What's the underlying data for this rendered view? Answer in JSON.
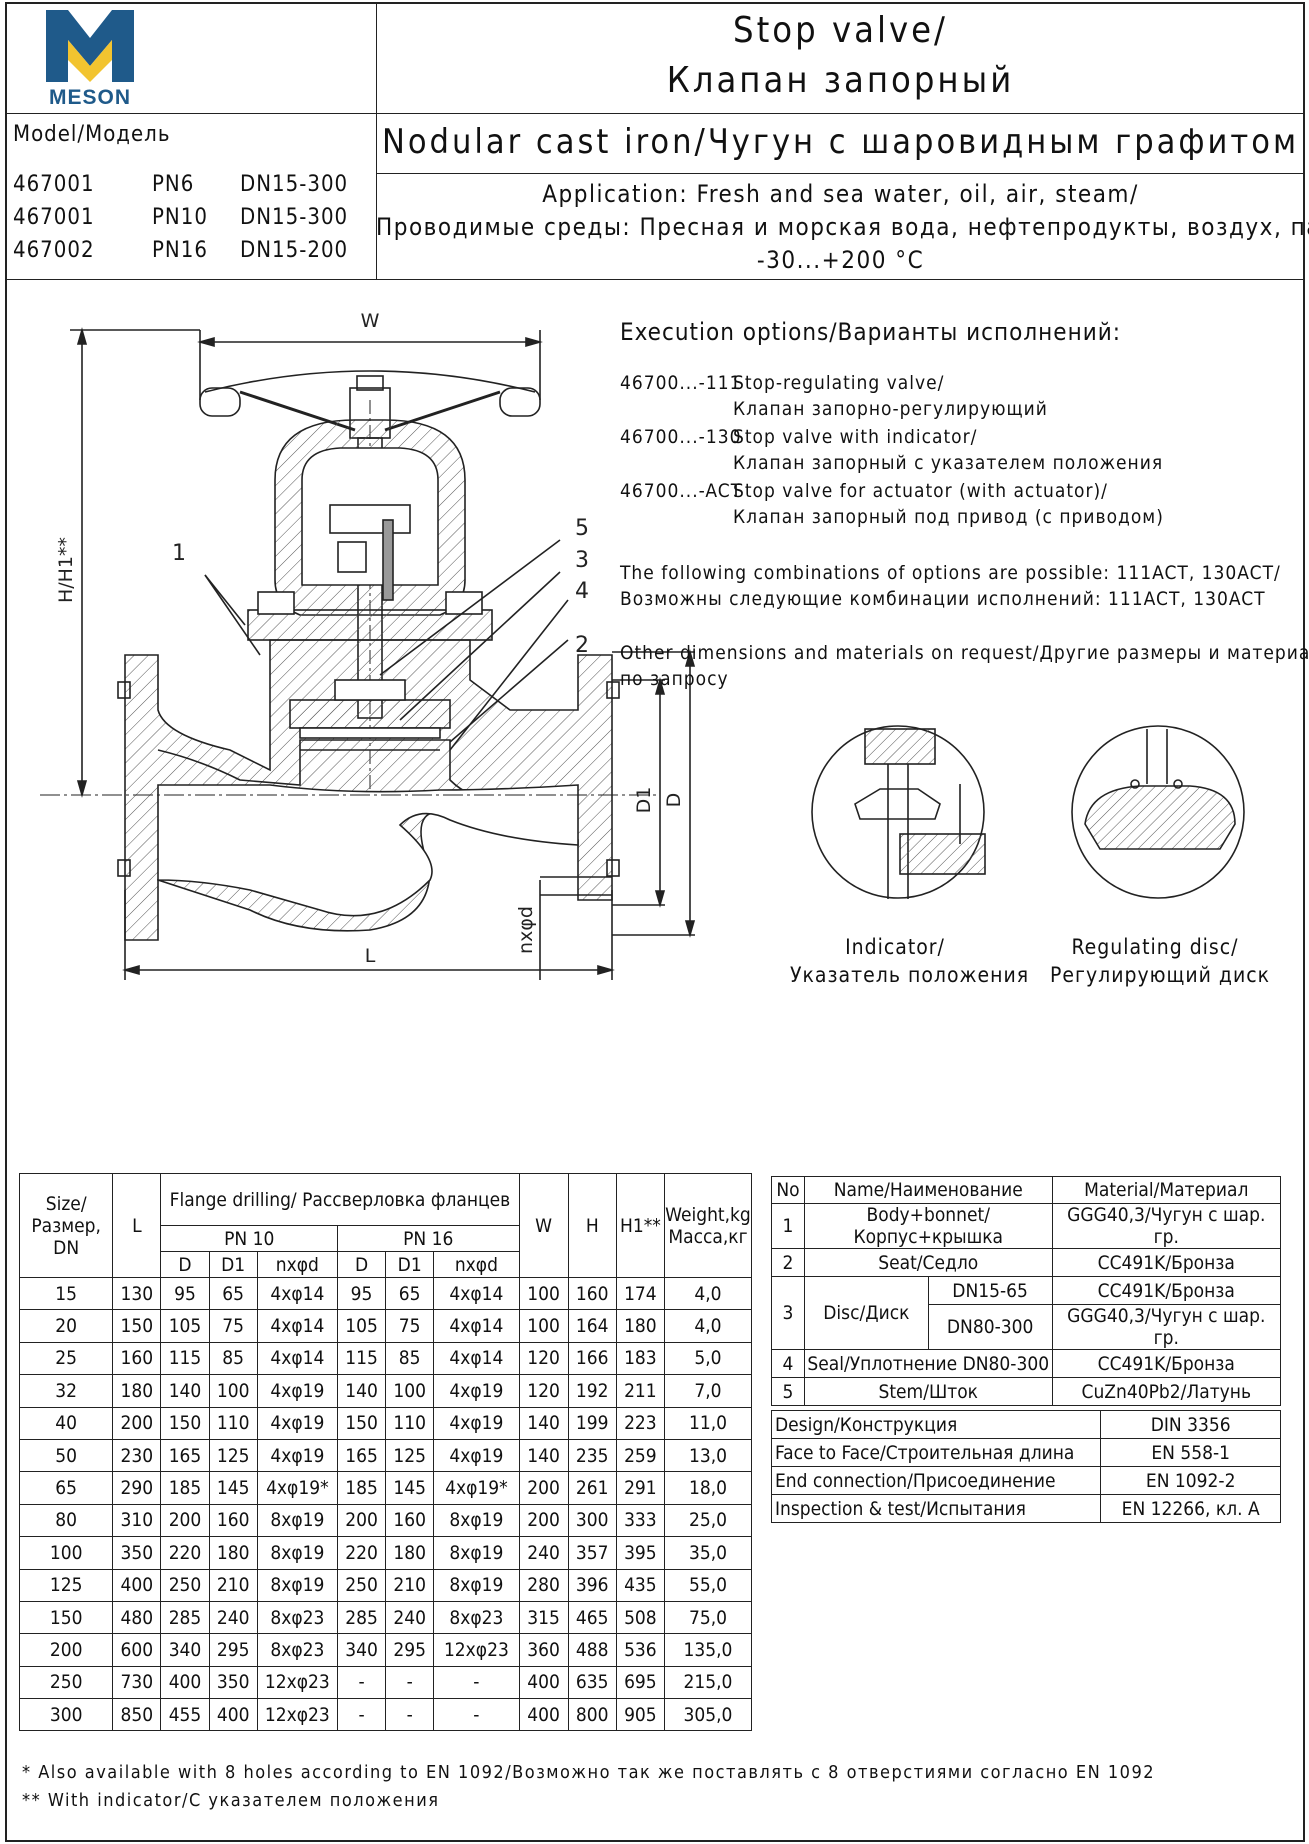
{
  "logo": {
    "text": "MESON"
  },
  "header": {
    "title_en": "Stop valve/",
    "title_ru": "Клапан запорный",
    "material": "Nodular cast iron/Чугун с шаровидным графитом",
    "app_line1": "Application: Fresh and sea water, oil, air, steam/",
    "app_line2": "Проводимые среды: Пресная и морская вода, нефтепродукты, воздух, пар",
    "app_line3": "-30...+200 °C"
  },
  "models": {
    "label": "Model/Модель",
    "rows": [
      {
        "code": "467001",
        "pn": "PN6",
        "dn": "DN15-300"
      },
      {
        "code": "467001",
        "pn": "PN10",
        "dn": "DN15-300"
      },
      {
        "code": "467002",
        "pn": "PN16",
        "dn": "DN15-200"
      }
    ]
  },
  "options": {
    "title": "Execution options/Варианты исполнений:",
    "items": [
      {
        "code": "46700...-111",
        "line1": "Stop-regulating valve/",
        "line2": "Клапан запорно-регулирующий"
      },
      {
        "code": "46700...-130",
        "line1": "Stop valve with indicator/",
        "line2": "Клапан запорный с указателем положения"
      },
      {
        "code": "46700...-ACT",
        "line1": "Stop valve for actuator (with actuator)/",
        "line2": "Клапан запорный под привод (с приводом)"
      }
    ],
    "combo1": "The following combinations of options are possible: 111ACT, 130ACT/",
    "combo2": "Возможны следующие комбинации исполнений: 111ACT, 130ACT",
    "other1": "Other dimensions and materials on request/Другие размеры и материалы",
    "other2": "по запросу"
  },
  "details": {
    "indicator1": "Indicator/",
    "indicator2": "Указатель положения",
    "disc1": "Regulating disc/",
    "disc2": "Регулирующий диск"
  },
  "drawing": {
    "labels": {
      "w": "W",
      "l": "L",
      "h": "H/H1**",
      "d1": "D1",
      "d": "D",
      "nxd": "nxφd",
      "n1": "1",
      "n2": "2",
      "n3": "3",
      "n4": "4",
      "n5": "5"
    }
  },
  "dims_table": {
    "h_size": "Size/ Размер, DN",
    "h_l": "L",
    "h_flange": "Flange drilling/ Рассверловка фланцев",
    "h_pn10": "PN 10",
    "h_pn16": "PN 16",
    "h_w": "W",
    "h_h": "H",
    "h_h1": "H1**",
    "h_weight": "Weight,kg Масса,кг",
    "h_D": "D",
    "h_D1": "D1",
    "h_nxd": "nxφd",
    "rows": [
      [
        "15",
        "130",
        "95",
        "65",
        "4xφ14",
        "95",
        "65",
        "4xφ14",
        "100",
        "160",
        "174",
        "4,0"
      ],
      [
        "20",
        "150",
        "105",
        "75",
        "4xφ14",
        "105",
        "75",
        "4xφ14",
        "100",
        "164",
        "180",
        "4,0"
      ],
      [
        "25",
        "160",
        "115",
        "85",
        "4xφ14",
        "115",
        "85",
        "4xφ14",
        "120",
        "166",
        "183",
        "5,0"
      ],
      [
        "32",
        "180",
        "140",
        "100",
        "4xφ19",
        "140",
        "100",
        "4xφ19",
        "120",
        "192",
        "211",
        "7,0"
      ],
      [
        "40",
        "200",
        "150",
        "110",
        "4xφ19",
        "150",
        "110",
        "4xφ19",
        "140",
        "199",
        "223",
        "11,0"
      ],
      [
        "50",
        "230",
        "165",
        "125",
        "4xφ19",
        "165",
        "125",
        "4xφ19",
        "140",
        "235",
        "259",
        "13,0"
      ],
      [
        "65",
        "290",
        "185",
        "145",
        "4xφ19*",
        "185",
        "145",
        "4xφ19*",
        "200",
        "261",
        "291",
        "18,0"
      ],
      [
        "80",
        "310",
        "200",
        "160",
        "8xφ19",
        "200",
        "160",
        "8xφ19",
        "200",
        "300",
        "333",
        "25,0"
      ],
      [
        "100",
        "350",
        "220",
        "180",
        "8xφ19",
        "220",
        "180",
        "8xφ19",
        "240",
        "357",
        "395",
        "35,0"
      ],
      [
        "125",
        "400",
        "250",
        "210",
        "8xφ19",
        "250",
        "210",
        "8xφ19",
        "280",
        "396",
        "435",
        "55,0"
      ],
      [
        "150",
        "480",
        "285",
        "240",
        "8xφ23",
        "285",
        "240",
        "8xφ23",
        "315",
        "465",
        "508",
        "75,0"
      ],
      [
        "200",
        "600",
        "340",
        "295",
        "8xφ23",
        "340",
        "295",
        "12xφ23",
        "360",
        "488",
        "536",
        "135,0"
      ],
      [
        "250",
        "730",
        "400",
        "350",
        "12xφ23",
        "-",
        "-",
        "-",
        "400",
        "635",
        "695",
        "215,0"
      ],
      [
        "300",
        "850",
        "455",
        "400",
        "12xφ23",
        "-",
        "-",
        "-",
        "400",
        "800",
        "905",
        "305,0"
      ]
    ]
  },
  "parts_table": {
    "h_no": "No",
    "h_name": "Name/Наименование",
    "h_mat": "Material/Материал",
    "r1": {
      "no": "1",
      "name": "Body+bonnet/Корпус+крышка",
      "mat": "GGG40,3/Чугун с шар. гр."
    },
    "r2": {
      "no": "2",
      "name": "Seat/Седло",
      "mat": "CC491K/Бронза"
    },
    "r3": {
      "no": "3",
      "name": "Disc/Диск",
      "sub1": "DN15-65",
      "mat1": "CC491K/Бронза",
      "sub2": "DN80-300",
      "mat2": "GGG40,3/Чугун с шар. гр."
    },
    "r4": {
      "no": "4",
      "name": "Seal/Уплотнение DN80-300",
      "mat": "CC491K/Бронза"
    },
    "r5": {
      "no": "5",
      "name": "Stem/Шток",
      "mat": "CuZn40Pb2/Латунь"
    }
  },
  "std_table": {
    "rows": [
      {
        "label": "Design/Конструкция",
        "value": "DIN 3356"
      },
      {
        "label": "Face to Face/Строительная длина",
        "value": "EN 558-1"
      },
      {
        "label": "End connection/Присоединение",
        "value": "EN 1092-2"
      },
      {
        "label": "Inspection & test/Испытания",
        "value": "EN 12266, кл. А"
      }
    ]
  },
  "footnotes": {
    "f1": "* Also available with 8 holes according to EN 1092/Возможно так же поставлять с 8 отверстиями согласно EN 1092",
    "f2": "** With indicator/С указателем положения"
  },
  "colors": {
    "logo_blue": "#1f5a8a",
    "logo_gold": "#f2c430",
    "line": "#222222"
  }
}
